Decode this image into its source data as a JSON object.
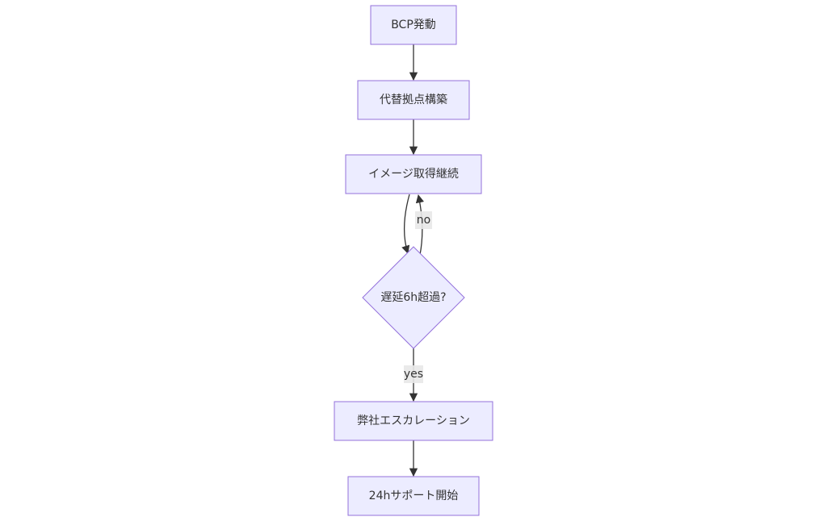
{
  "colors": {
    "node_fill": "#ececff",
    "node_stroke": "#9370db",
    "edge": "#333333",
    "label_bg": "#e8e8e8"
  },
  "nodes": {
    "bcp": "BCP発動",
    "alt_site": "代替拠点構築",
    "image_continue": "イメージ取得継続",
    "delay_check": "遅延6h超過?",
    "escalation": "弊社エスカレーション",
    "support_24h": "24hサポート開始"
  },
  "edges": {
    "no_label": "no",
    "yes_label": "yes"
  }
}
